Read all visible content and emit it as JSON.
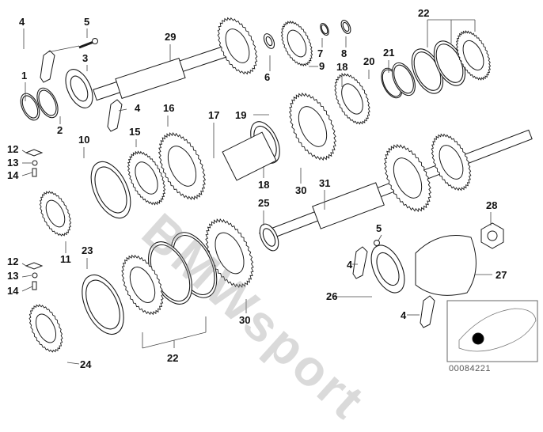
{
  "diagram": {
    "title": "Gearbox gear set exploded view",
    "watermark": "BMWsport",
    "reference_code": "00084221",
    "colors": {
      "line": "#1a1a1a",
      "leader": "#444444",
      "watermark": "#969696",
      "locator_dot": "#000000"
    },
    "callouts": [
      {
        "id": "c1",
        "text": "1"
      },
      {
        "id": "c2",
        "text": "2"
      },
      {
        "id": "c3",
        "text": "3"
      },
      {
        "id": "c4a",
        "text": "4"
      },
      {
        "id": "c4b",
        "text": "4"
      },
      {
        "id": "c4c",
        "text": "4"
      },
      {
        "id": "c4d",
        "text": "4"
      },
      {
        "id": "c5a",
        "text": "5"
      },
      {
        "id": "c5b",
        "text": "5"
      },
      {
        "id": "c6",
        "text": "6"
      },
      {
        "id": "c7",
        "text": "7"
      },
      {
        "id": "c8",
        "text": "8"
      },
      {
        "id": "c9",
        "text": "9"
      },
      {
        "id": "c10",
        "text": "10"
      },
      {
        "id": "c11",
        "text": "11"
      },
      {
        "id": "c12a",
        "text": "12"
      },
      {
        "id": "c12b",
        "text": "12"
      },
      {
        "id": "c13a",
        "text": "13"
      },
      {
        "id": "c13b",
        "text": "13"
      },
      {
        "id": "c14a",
        "text": "14"
      },
      {
        "id": "c14b",
        "text": "14"
      },
      {
        "id": "c15",
        "text": "15"
      },
      {
        "id": "c16",
        "text": "16"
      },
      {
        "id": "c17",
        "text": "17"
      },
      {
        "id": "c18a",
        "text": "18"
      },
      {
        "id": "c18b",
        "text": "18"
      },
      {
        "id": "c19",
        "text": "19"
      },
      {
        "id": "c20",
        "text": "20"
      },
      {
        "id": "c21",
        "text": "21"
      },
      {
        "id": "c22a",
        "text": "22"
      },
      {
        "id": "c22b",
        "text": "22"
      },
      {
        "id": "c23",
        "text": "23"
      },
      {
        "id": "c24",
        "text": "24"
      },
      {
        "id": "c25",
        "text": "25"
      },
      {
        "id": "c26",
        "text": "26"
      },
      {
        "id": "c27",
        "text": "27"
      },
      {
        "id": "c28",
        "text": "28"
      },
      {
        "id": "c29",
        "text": "29"
      },
      {
        "id": "c30a",
        "text": "30"
      },
      {
        "id": "c30b",
        "text": "30"
      },
      {
        "id": "c31",
        "text": "31"
      }
    ],
    "parts": [
      "circlip",
      "ring",
      "ball-bearing",
      "retaining-plate",
      "bolt",
      "needle-bearing",
      "snap-ring",
      "shim",
      "gear",
      "sliding-sleeve",
      "synchro-hub",
      "pressure-piece",
      "ball",
      "spring",
      "synchro-ring",
      "gear",
      "bushing",
      "needle-bearing",
      "gear",
      "snap-ring",
      "snap-ring",
      "synchro-ring-set",
      "sliding-sleeve",
      "synchro-hub",
      "needle-bearing",
      "ball-bearing",
      "output-flange",
      "collar-nut",
      "input-shaft",
      "gear",
      "main-shaft"
    ]
  }
}
